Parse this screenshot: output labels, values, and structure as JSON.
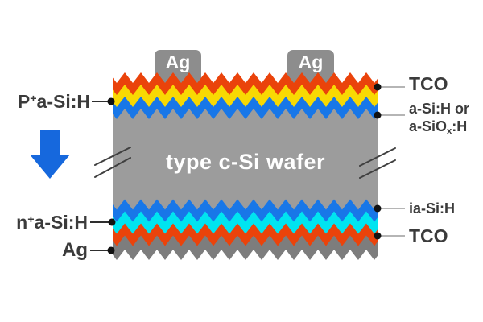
{
  "stack": {
    "contact_color": "#8D8D8D",
    "contacts": [
      {
        "label": "Ag"
      },
      {
        "label": "Ag"
      }
    ],
    "top_layers": [
      {
        "name": "TCO",
        "color": "#EA430B"
      },
      {
        "name": "P+ a-Si:H",
        "color": "#F8D903"
      },
      {
        "name": "a-Si:H or a-SiOx:H buffer",
        "color": "#1877E8"
      }
    ],
    "wafer": {
      "label": "type c-Si wafer",
      "color": "#9C9C9C"
    },
    "bottom_layers": [
      {
        "name": "ia-Si:H",
        "color": "#1877E8"
      },
      {
        "name": "n+ a-Si:H",
        "color": "#00E4F0"
      },
      {
        "name": "TCO",
        "color": "#EA430B"
      },
      {
        "name": "Ag back contact",
        "color": "#7D7D7D"
      }
    ]
  },
  "left_labels": {
    "p_layer": {
      "base": "P",
      "sup": "+",
      "rest": "a-Si:H"
    },
    "n_layer": {
      "base": "n",
      "sup": "+",
      "rest": "a-Si:H"
    },
    "ag": "Ag"
  },
  "right_labels": {
    "tco_top": "TCO",
    "buffer": {
      "line1": "a-Si:H or",
      "line2_pre": "a-SiO",
      "line2_sub": "x",
      "line2_post": ":H"
    },
    "ia_si_h": "ia-Si:H",
    "tco_bottom": "TCO"
  },
  "arrow_color": "#1668DD",
  "text_color": "#3B3B3B"
}
